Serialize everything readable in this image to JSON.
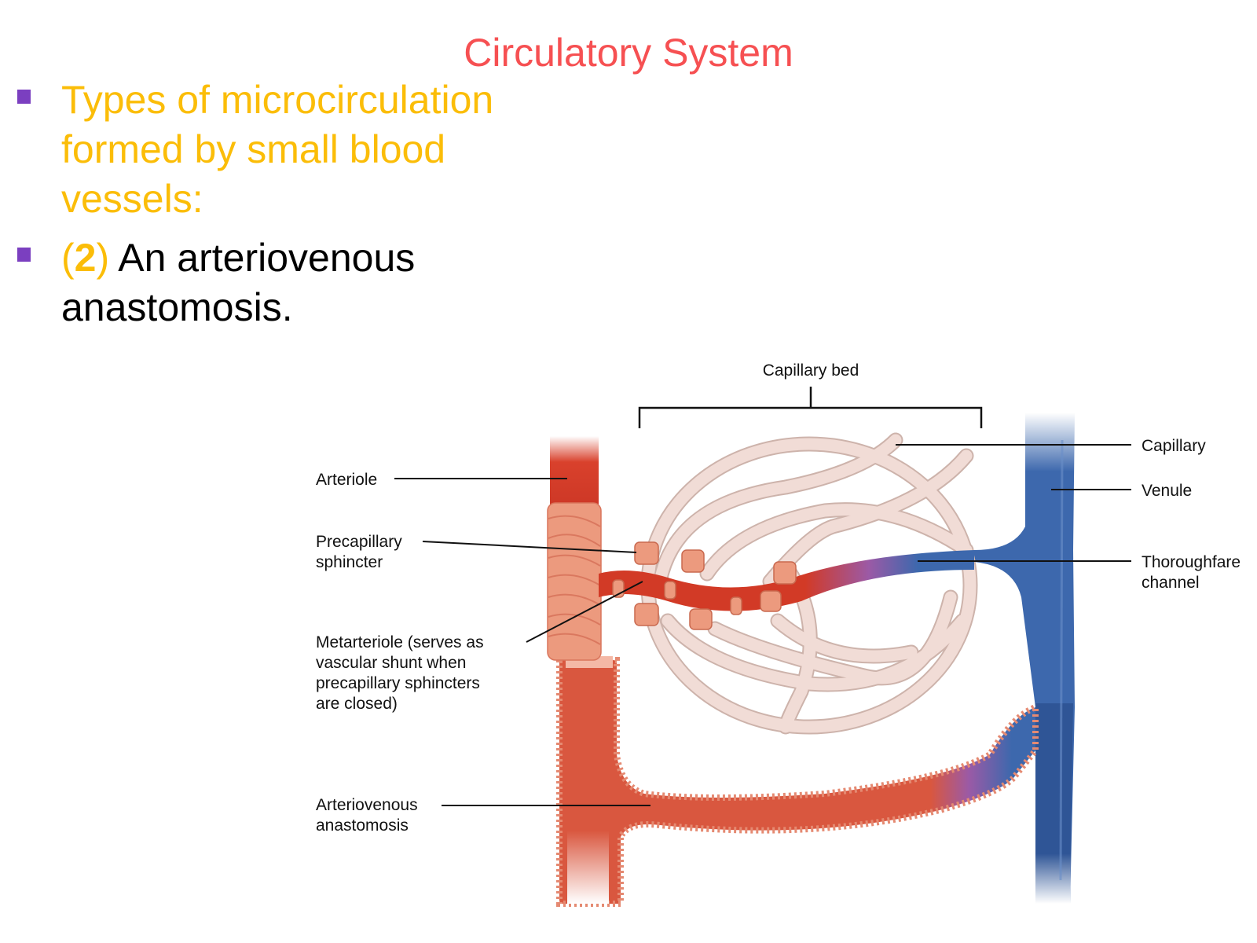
{
  "slide": {
    "title": "Circulatory System",
    "bullets": [
      {
        "text": "Types of microcirculation formed by small blood vessels:",
        "lines": [
          "Types of microcirculation",
          "formed by small blood",
          "vessels:"
        ]
      },
      {
        "number_open": "(",
        "number": "2",
        "number_close": ")",
        "text_line1": " An arteriovenous",
        "text_line2": "anastomosis."
      }
    ]
  },
  "diagram": {
    "labels": {
      "capillary_bed": "Capillary bed",
      "capillary": "Capillary",
      "venule": "Venule",
      "thoroughfare_line1": "Thoroughfare",
      "thoroughfare_line2": "channel",
      "arteriole": "Arteriole",
      "precapillary_line1": "Precapillary",
      "precapillary_line2": "sphincter",
      "metarteriole_line1": "Metarteriole (serves as",
      "metarteriole_line2": "vascular shunt when",
      "metarteriole_line3": "precapillary sphincters",
      "metarteriole_line4": "are closed)",
      "av_line1": "Arteriovenous",
      "av_line2": "anastomosis"
    },
    "colors": {
      "arterial": "#d9573f",
      "arterial_dark": "#c4301f",
      "muscle": "#ec9a7e",
      "capillary": "#f1dcd6",
      "venous": "#3d68ad",
      "transition": "#9b5aa6"
    }
  }
}
